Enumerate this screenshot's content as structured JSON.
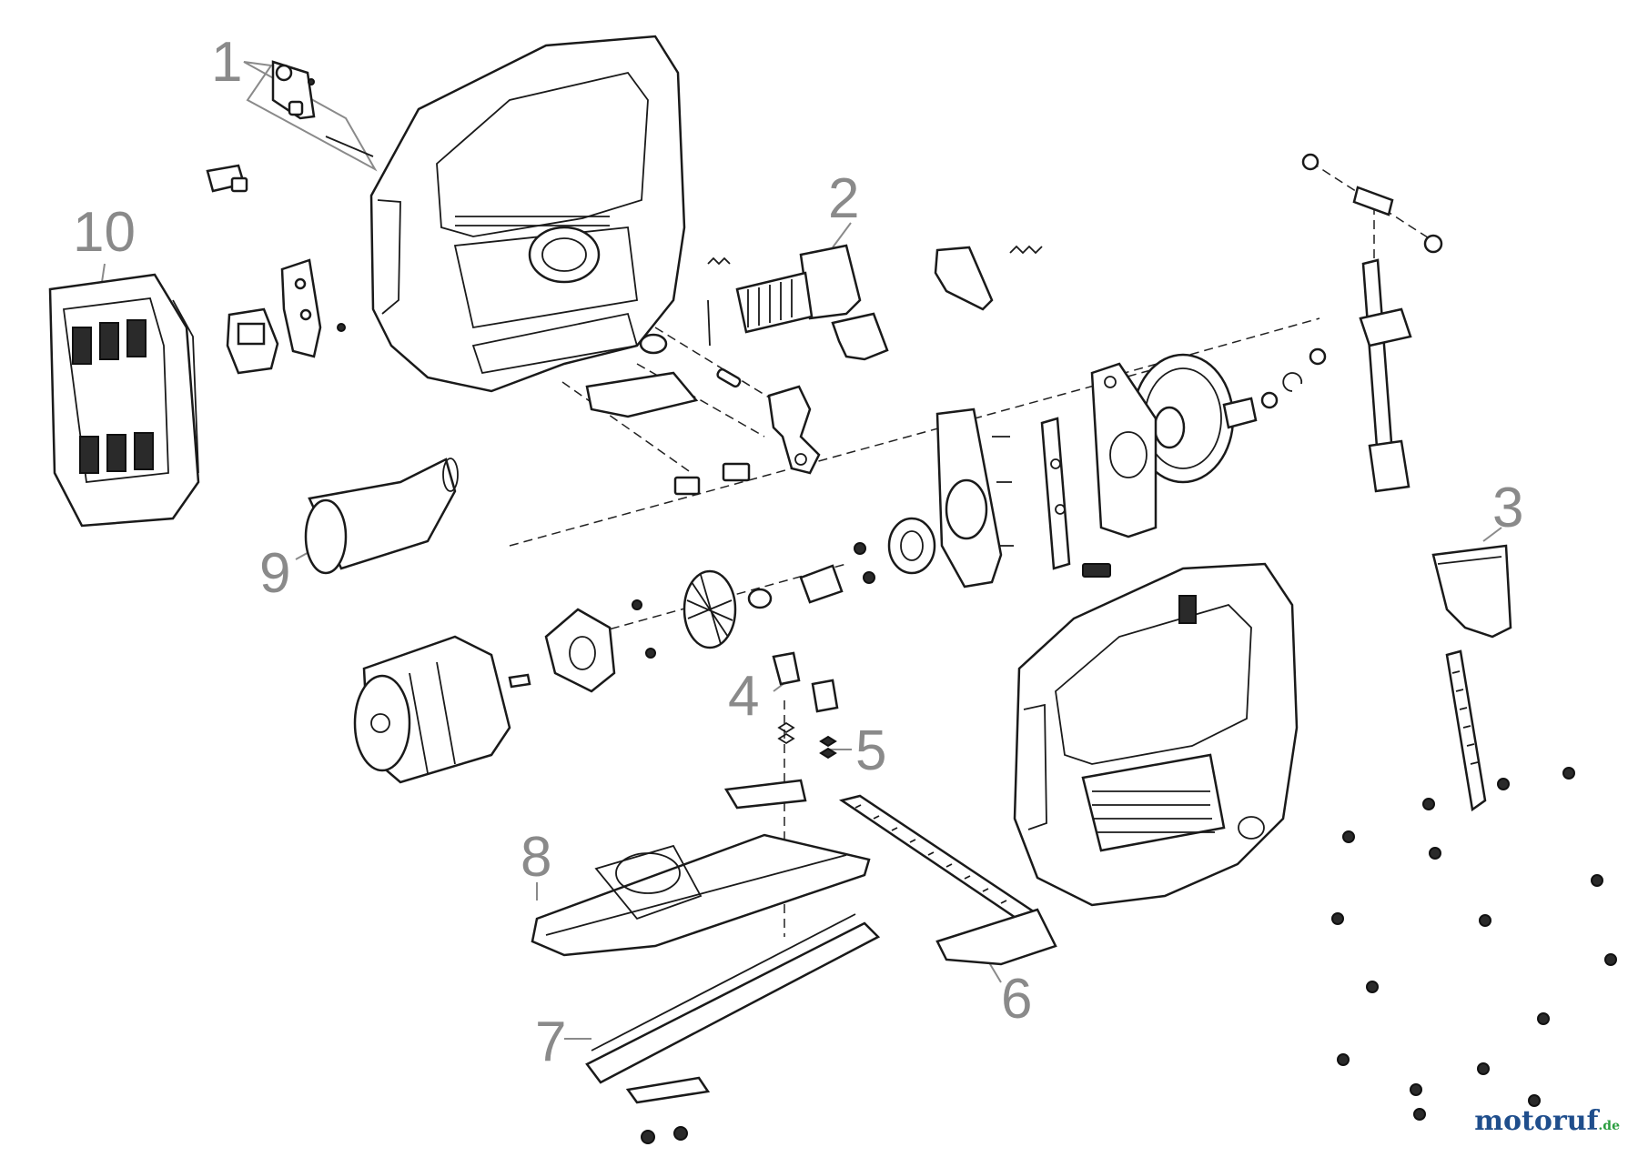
{
  "callouts": [
    {
      "id": "1",
      "label": "1"
    },
    {
      "id": "2",
      "label": "2"
    },
    {
      "id": "3",
      "label": "3"
    },
    {
      "id": "4",
      "label": "4"
    },
    {
      "id": "5",
      "label": "5"
    },
    {
      "id": "6",
      "label": "6"
    },
    {
      "id": "7",
      "label": "7"
    },
    {
      "id": "8",
      "label": "8"
    },
    {
      "id": "9",
      "label": "9"
    },
    {
      "id": "10",
      "label": "10"
    }
  ],
  "watermark": {
    "brand": "motoruf",
    "domain": ".de"
  },
  "colors": {
    "callout": "#8a8a8a",
    "line": "#1a1a1a",
    "watermark_brand": "#1f4e8c",
    "watermark_domain": "#2a9d3f"
  }
}
